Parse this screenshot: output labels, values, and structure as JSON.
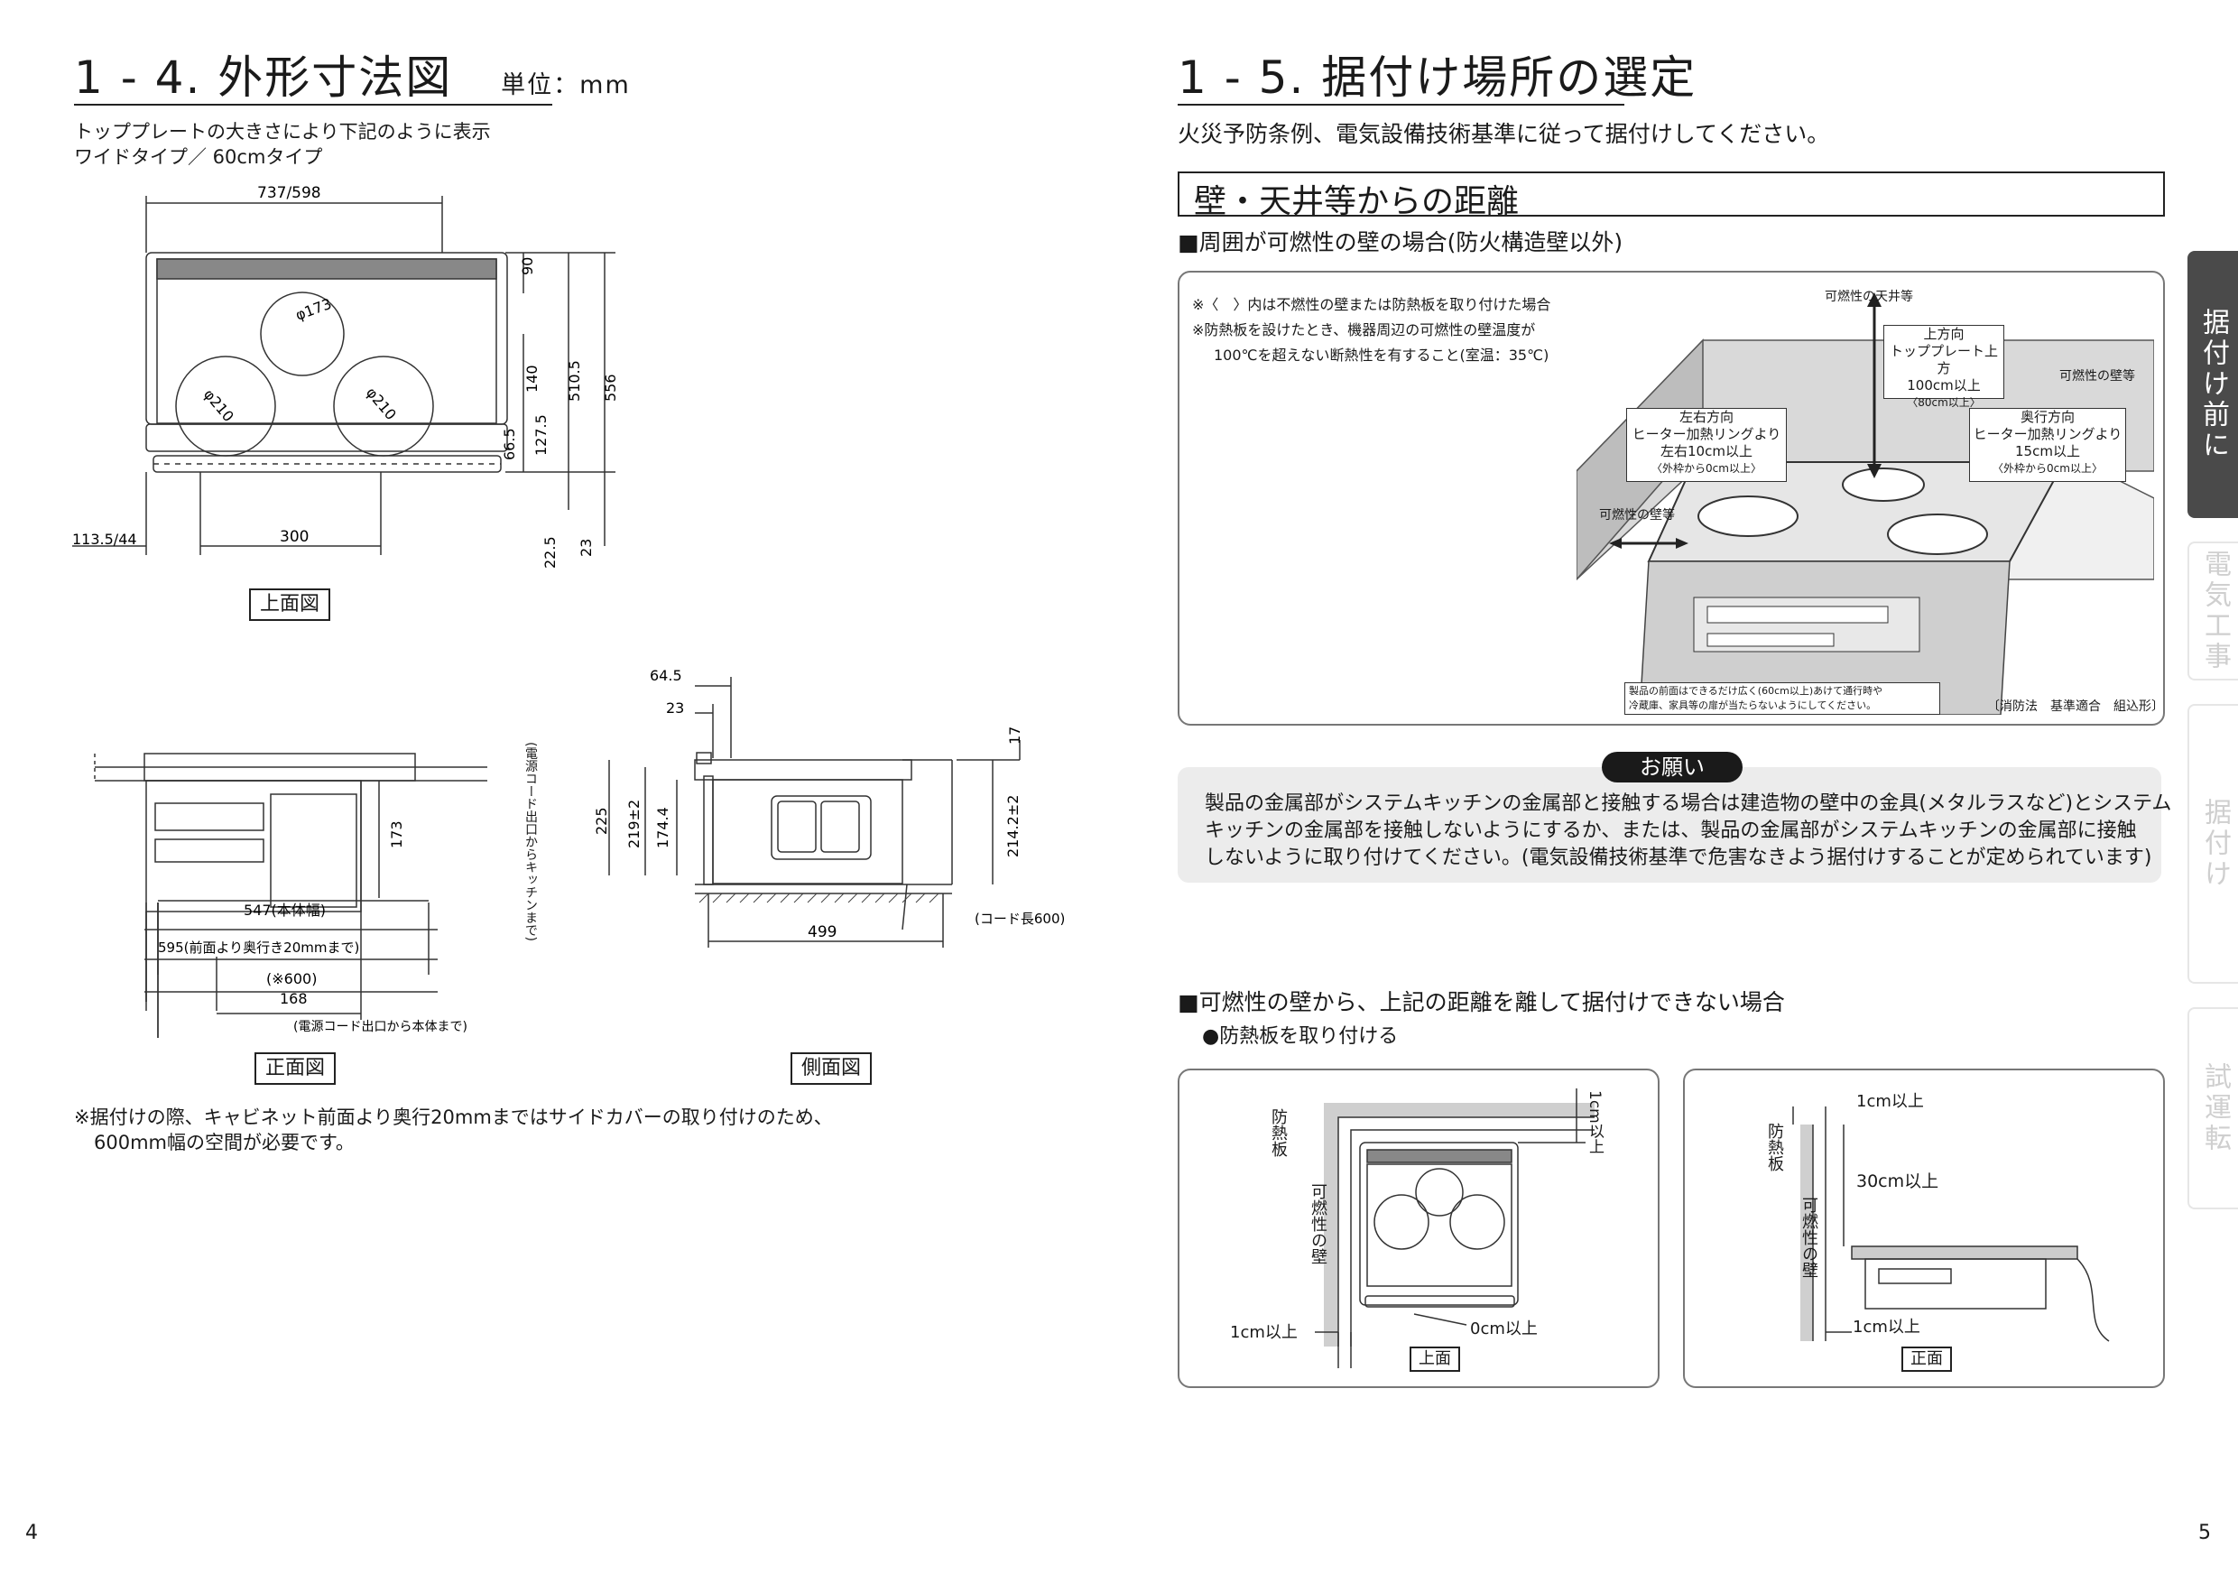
{
  "left": {
    "title": "1 - 4. 外形寸法図",
    "unit": "単位：mm",
    "desc1": "トッププレートの大きさにより下記のように表示",
    "desc2": "ワイドタイプ／ 60cmタイプ",
    "top_view": {
      "label": "上面図",
      "dims": {
        "width": "737/598",
        "d90": "90",
        "d140": "140",
        "d5105": "510.5",
        "d556": "556",
        "d665": "66.5",
        "d1275": "127.5",
        "d225": "22.5",
        "d23": "23",
        "d300": "300",
        "left_offset": "113.5/44",
        "phi173": "φ173",
        "phi210a": "φ210",
        "phi210b": "φ210"
      }
    },
    "front_view": {
      "label": "正面図",
      "dims": {
        "d173": "173",
        "cord_note": "(電源コード出口からキッチンまで)",
        "d547": "547(本体幅)",
        "d595": "595(前面より奥行き20mmまで)",
        "d600": "(※600)",
        "d168": "168",
        "cord_note2": "(電源コード出口から本体まで)"
      }
    },
    "side_view": {
      "label": "側面図",
      "dims": {
        "d645": "64.5",
        "d23": "23",
        "d17": "17",
        "d225": "225",
        "d219": "219±2",
        "d1744": "174.4",
        "d2142": "214.2±2",
        "d499": "499",
        "cord": "(コード長600)"
      }
    },
    "note1": "※据付けの際、キャビネット前面より奥行20mmまではサイドカバーの取り付けのため、",
    "note2": "600mm幅の空間が必要です。",
    "page_number": "4"
  },
  "right": {
    "title": "1 - 5. 据付け場所の選定",
    "intro": "火災予防条例、電気設備技術基準に従って据付けしてください。",
    "section_title": "壁・天井等からの距離",
    "sub1": "■周囲が可燃性の壁の場合(防火構造壁以外)",
    "diagram": {
      "note1": "※〈　〉内は不燃性の壁または防熱板を取り付けた場合",
      "note2": "※防熱板を設けたとき、機器周辺の可燃性の壁温度が",
      "note3": "100℃を超えない断熱性を有すること(室温：35℃)",
      "ceiling": "可燃性の天井等",
      "up_title": "上方向",
      "up_line1": "トッププレート上方",
      "up_line2": "100cm以上",
      "up_line3": "〈80cm以上〉",
      "wall_right": "可燃性の壁等",
      "lr_title": "左右方向",
      "lr_line1": "ヒーター加熱リングより",
      "lr_line2": "左右10cm以上",
      "lr_line3": "〈外枠から0cm以上〉",
      "back_title": "奥行方向",
      "back_line1": "ヒーター加熱リングより",
      "back_line2": "15cm以上",
      "back_line3": "〈外枠から0cm以上〉",
      "wall_left": "可燃性の壁等",
      "front_note1": "製品の前面はできるだけ広く(60cm以上)あけて通行時や",
      "front_note2": "冷蔵庫、家具等の扉が当たらないようにしてください。",
      "law": "〔消防法　基準適合　組込形〕"
    },
    "request": {
      "title": "お願い",
      "line1": "製品の金属部がシステムキッチンの金属部と接触する場合は建造物の壁中の金具(メタルラスなど)とシステム",
      "line2": "キッチンの金属部を接触しないようにするか、または、製品の金属部がシステムキッチンの金属部に接触",
      "line3": "しないように取り付けてください。(電気設備技術基準で危害なきよう据付けすることが定められています)"
    },
    "sub2": "■可燃性の壁から、上記の距離を離して据付けできない場合",
    "bullet": "●防熱板を取り付ける",
    "panel_top": {
      "shield": "防熱板",
      "wall": "可燃性の壁",
      "d1a": "1cm以上",
      "d0": "0cm以上",
      "d1b": "1cm以上",
      "label": "上面"
    },
    "panel_front": {
      "d1a": "1cm以上",
      "shield": "防熱板",
      "d30": "30cm以上",
      "wall": "可燃性の壁",
      "d1b": "1cm以上",
      "label": "正面"
    },
    "page_number": "5"
  },
  "tabs": [
    {
      "label": "据付け前に",
      "active": true
    },
    {
      "label": "電気工事",
      "active": false
    },
    {
      "label": "据付け",
      "active": false
    },
    {
      "label": "試運転",
      "active": false
    }
  ]
}
